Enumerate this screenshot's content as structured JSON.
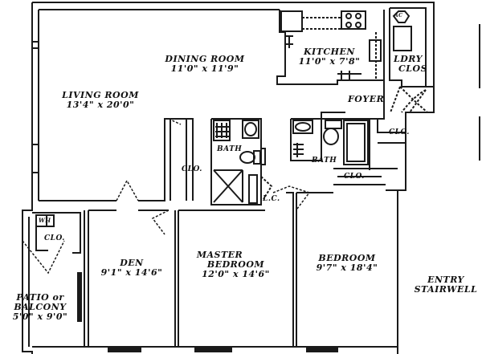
{
  "floor_plan": {
    "colors": {
      "wall": "#1a1a1a",
      "background": "#ffffff",
      "text": "#111111"
    },
    "rooms": {
      "living_room": {
        "name": "LIVING ROOM",
        "dimensions": "13'4\" x 20'0\""
      },
      "dining_room": {
        "name": "DINING ROOM",
        "dimensions": "11'0\" x 11'9\""
      },
      "kitchen": {
        "name": "KITCHEN",
        "dimensions": "11'0\" x 7'8\""
      },
      "laundry_closet": {
        "name_line1": "LDRY",
        "name_line2": "CLOS"
      },
      "foyer": {
        "name": "FOYER"
      },
      "foyer_closet": {
        "name": "CLO."
      },
      "hall_closet": {
        "name": "CLO."
      },
      "bath_master": {
        "name": "BATH"
      },
      "bath_second": {
        "name": "BATH"
      },
      "linen_closet": {
        "name": "L.C."
      },
      "bedroom_closet": {
        "name": "CLO."
      },
      "patio_closet": {
        "name": "CLO."
      },
      "den": {
        "name": "DEN",
        "dimensions": "9'1\" x 14'6\""
      },
      "master_bedroom": {
        "name_line1": "MASTER",
        "name_line2": "BEDROOM",
        "dimensions": "12'0\" x 14'6\""
      },
      "bedroom": {
        "name": "BEDROOM",
        "dimensions": "9'7\" x 18'4\""
      },
      "patio": {
        "name_line1": "PATIO or",
        "name_line2": "BALCONY",
        "dimensions": "5'0\" x 9'0\""
      },
      "entry_stairwell": {
        "name_line1": "ENTRY",
        "name_line2": "STAIRWELL"
      }
    },
    "fixtures": {
      "water_heater_label": "WH",
      "hvac_label": "AC"
    }
  }
}
